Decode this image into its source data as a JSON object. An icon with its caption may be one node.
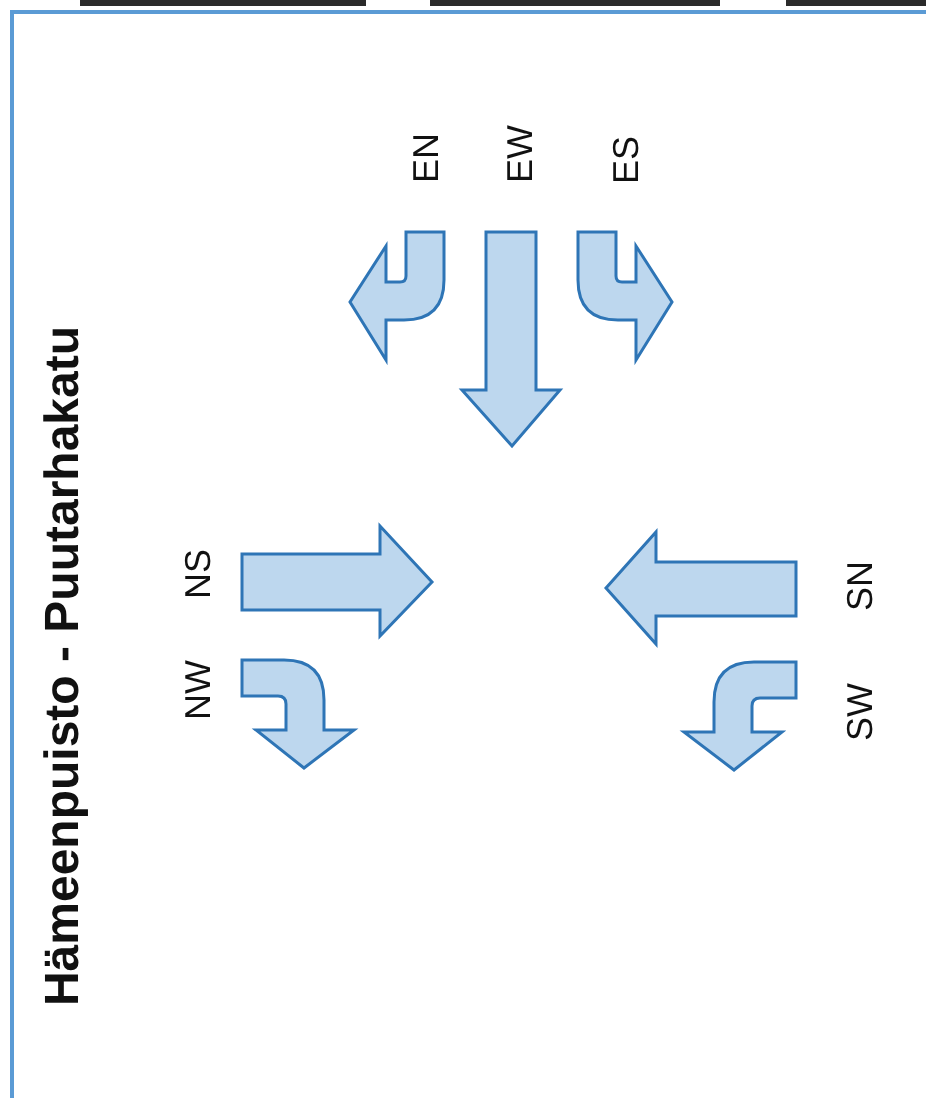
{
  "diagram": {
    "title": "Hämeenpuisto - Puutarhakatu",
    "labels": [
      "EN",
      "EW",
      "ES",
      "NS",
      "NW",
      "SN",
      "SW"
    ]
  }
}
